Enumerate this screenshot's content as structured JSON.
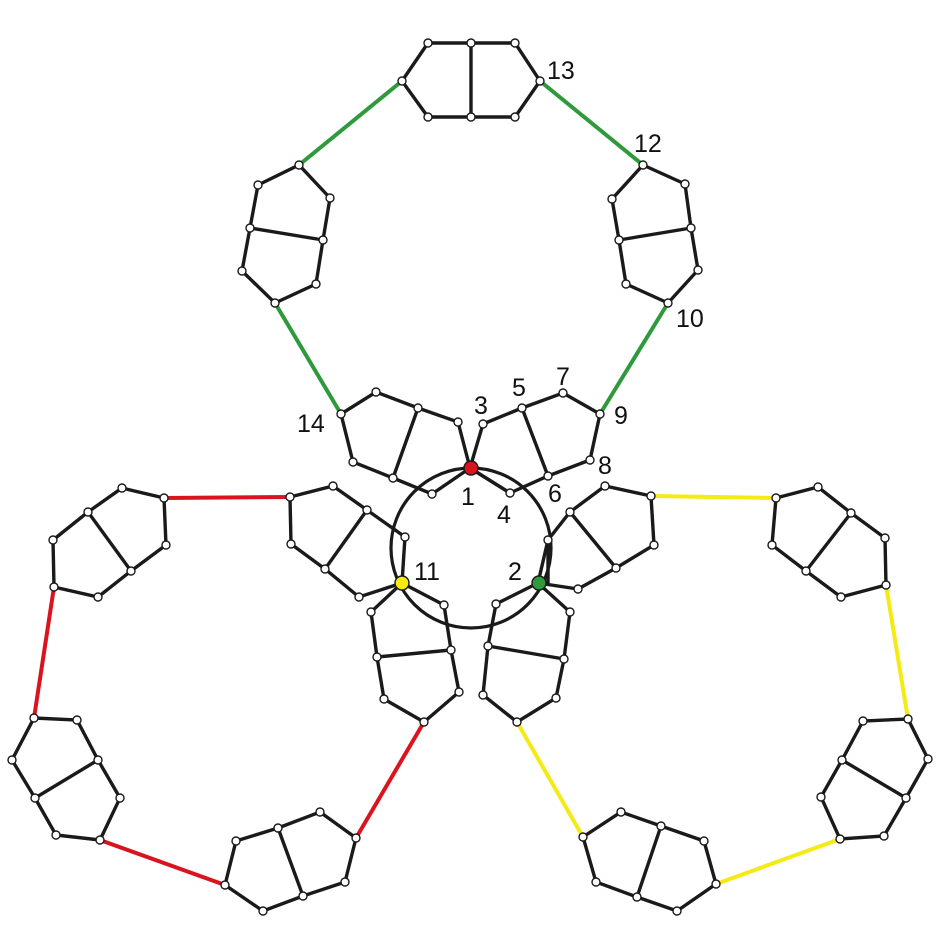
{
  "colors": {
    "bond": "#1a1a1a",
    "node_fill": "#ffffff",
    "green_link": "#2e9a3c",
    "red_link": "#d9141e",
    "yellow_link": "#f4ea14",
    "red_marker": "#d9141e",
    "green_marker": "#2e9a3c",
    "yellow_marker": "#f4ea14"
  },
  "labels": {
    "l1": "1",
    "l2": "2",
    "l3": "3",
    "l4": "4",
    "l5": "5",
    "l6": "6",
    "l7": "7",
    "l8": "8",
    "l9": "9",
    "l10": "10",
    "l11": "11",
    "l12": "12",
    "l13": "13",
    "l14": "14"
  }
}
